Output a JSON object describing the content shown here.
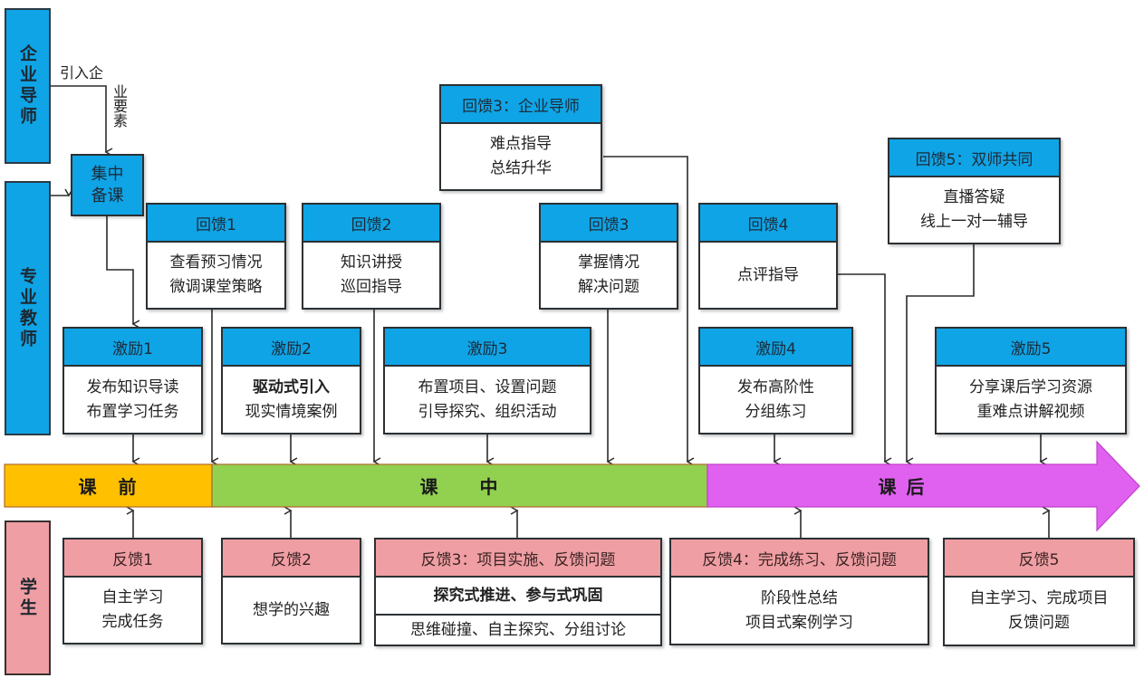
{
  "roles": {
    "enterprise_mentor": "企业导师",
    "professional_teacher": "专业教师",
    "student": "学生"
  },
  "intro_label": {
    "horizontal": "引入企",
    "vertical": "业要素"
  },
  "prep_box": {
    "line1": "集中",
    "line2": "备课"
  },
  "feedback_teacher": [
    {
      "title": "回馈1",
      "lines": [
        "查看预习情况",
        "微调课堂策略"
      ]
    },
    {
      "title": "回馈2",
      "lines": [
        "知识讲授",
        "巡回指导"
      ]
    },
    {
      "title": "回馈3",
      "lines": [
        "掌握情况",
        "解决问题"
      ]
    },
    {
      "title": "回馈4",
      "lines": [
        "点评指导"
      ]
    }
  ],
  "feedback_mentor": {
    "title": "回馈3：企业导师",
    "lines": [
      "难点指导",
      "总结升华"
    ]
  },
  "feedback_dual": {
    "title": "回馈5：双师共同",
    "lines": [
      "直播答疑",
      "线上一对一辅导"
    ]
  },
  "incentives": [
    {
      "title": "激励1",
      "lines": [
        "发布知识导读",
        "布置学习任务"
      ]
    },
    {
      "title": "激励2",
      "bold_line": "驱动式引入",
      "lines": [
        "现实情境案例"
      ]
    },
    {
      "title": "激励3",
      "lines": [
        "布置项目、设置问题",
        "引导探究、组织活动"
      ]
    },
    {
      "title": "激励4",
      "lines": [
        "发布高阶性",
        "分组练习"
      ]
    },
    {
      "title": "激励5",
      "lines": [
        "分享课后学习资源",
        "重难点讲解视频"
      ]
    }
  ],
  "timeline": {
    "phases": [
      {
        "label": "课　前",
        "color": "#ffc000"
      },
      {
        "label": "课　　中",
        "color": "#92d050"
      },
      {
        "label": "课 后",
        "color": "#e060f0"
      }
    ]
  },
  "student_feedback": [
    {
      "title": "反馈1",
      "lines": [
        "自主学习",
        "完成任务"
      ]
    },
    {
      "title": "反馈2",
      "lines": [
        "想学的兴趣"
      ]
    },
    {
      "title": "反馈3：项目实施、反馈问题",
      "bold_line": "探究式推进、参与式巩固",
      "lines": [
        "思维碰撞、自主探究、分组讨论"
      ]
    },
    {
      "title": "反馈4：完成练习、反馈问题",
      "lines": [
        "阶段性总结",
        "项目式案例学习"
      ]
    },
    {
      "title": "反馈5",
      "lines": [
        "自主学习、完成项目",
        "反馈问题"
      ]
    }
  ],
  "colors": {
    "blue_header": "#0fa4e6",
    "pink_header": "#ef9ea3",
    "pre_class": "#ffc000",
    "in_class": "#92d050",
    "post_class": "#e060f0"
  }
}
